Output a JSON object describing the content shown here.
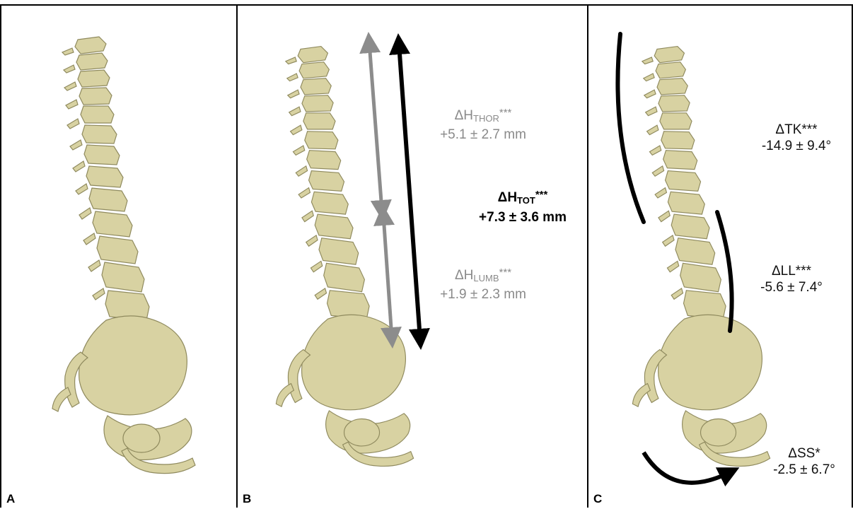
{
  "panels": {
    "a": {
      "label": "A"
    },
    "b": {
      "label": "B",
      "h_thor": {
        "prefix": "ΔH",
        "sub": "THOR",
        "sig": "***",
        "value": "+5.1 ± 2.7 mm"
      },
      "h_tot": {
        "prefix": "ΔH",
        "sub": "TOT",
        "sig": "***",
        "value": "+7.3 ± 3.6 mm"
      },
      "h_lumb": {
        "prefix": "ΔH",
        "sub": "LUMB",
        "sig": "***",
        "value": "+1.9 ± 2.3 mm"
      }
    },
    "c": {
      "label": "C",
      "tk": {
        "name": "ΔTK***",
        "value": "-14.9 ± 9.4°"
      },
      "ll": {
        "name": "ΔLL***",
        "value": "-5.6 ± 7.4°"
      },
      "ss": {
        "name": "ΔSS*",
        "value": "-2.5 ± 6.7°"
      }
    }
  },
  "colors": {
    "bone": "#d8d2a2",
    "bone_shadow": "#a39d6e",
    "grey_arrow": "#8c8c8c",
    "black_arrow": "#000000"
  }
}
